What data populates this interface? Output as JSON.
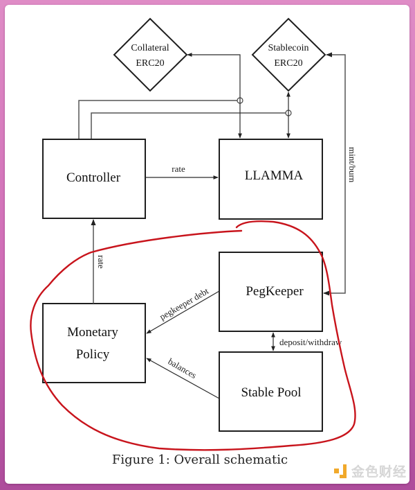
{
  "figure": {
    "caption": "Figure 1: Overall schematic",
    "nodes": {
      "collateral": {
        "line1": "Collateral",
        "line2": "ERC20",
        "shape": "diamond"
      },
      "stablecoin": {
        "line1": "Stablecoin",
        "line2": "ERC20",
        "shape": "diamond"
      },
      "controller": {
        "label": "Controller",
        "shape": "box"
      },
      "llamma": {
        "label": "LLAMMA",
        "shape": "box"
      },
      "pegkeeper": {
        "label": "PegKeeper",
        "shape": "box"
      },
      "monetary_policy": {
        "line1": "Monetary",
        "line2": "Policy",
        "shape": "box"
      },
      "stable_pool": {
        "label": "Stable Pool",
        "shape": "box"
      }
    },
    "edges": [
      {
        "from": "Controller",
        "to": "LLAMMA",
        "label": "rate"
      },
      {
        "from": "Monetary Policy",
        "to": "Controller",
        "label": "rate"
      },
      {
        "from": "PegKeeper",
        "to": "Monetary Policy",
        "label": "pegkeeper debt"
      },
      {
        "from": "Stable Pool",
        "to": "Monetary Policy",
        "label": "balances"
      },
      {
        "from": "PegKeeper",
        "to": "Stable Pool",
        "label": "deposit/withdraw",
        "bidirectional": true
      },
      {
        "from": "Stablecoin ERC20",
        "to": "PegKeeper",
        "label": "mint/burn"
      },
      {
        "from": "Controller",
        "to": "Collateral ERC20",
        "label": ""
      },
      {
        "from": "Controller",
        "to": "Stablecoin ERC20",
        "label": ""
      },
      {
        "from": "Collateral ERC20",
        "to": "LLAMMA",
        "label": ""
      },
      {
        "from": "Stablecoin ERC20",
        "to": "LLAMMA",
        "label": "",
        "bidirectional": true
      }
    ],
    "edge_labels": {
      "controller_llamma": "rate",
      "policy_controller": "rate",
      "pegkeeper_policy": "pegkeeper debt",
      "pool_policy": "balances",
      "pegkeeper_pool": "deposit/withdraw",
      "mint_burn": "mint/burn"
    },
    "annotation": {
      "type": "hand-drawn loop",
      "color": "#c8141c",
      "encloses": [
        "Monetary Policy",
        "PegKeeper",
        "Stable Pool"
      ]
    }
  },
  "watermark": {
    "text": "金色财经",
    "logo_color": "#f1a92b"
  },
  "colors": {
    "background_top": "#df8cc6",
    "background_bottom": "#ad4c9b",
    "panel": "#ffffff"
  }
}
